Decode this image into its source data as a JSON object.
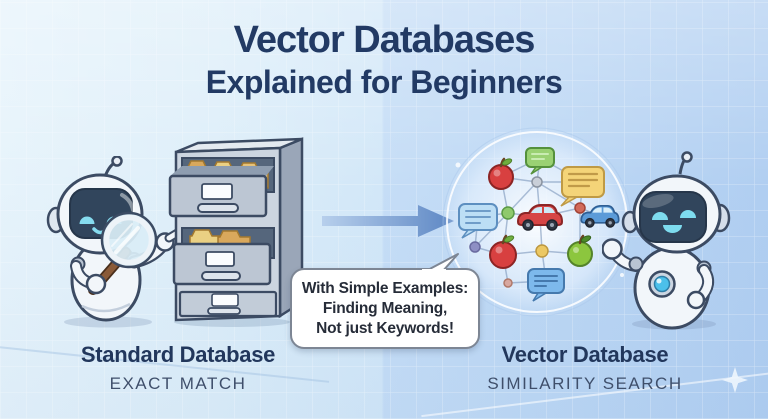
{
  "title": {
    "line1": "Vector Databases",
    "line2": "Explained for Beginners",
    "color": "#223a64"
  },
  "speech_bubble": {
    "line1": "With Simple Examples:",
    "line2": "Finding Meaning,",
    "line3": "Not just Keywords!"
  },
  "standard_database": {
    "title": "Standard Database",
    "subtitle": "EXACT MATCH"
  },
  "vector_database": {
    "title": "Vector Database",
    "subtitle": "SIMILARITY SEARCH"
  },
  "icons": [
    "robot-with-magnifier-icon",
    "filing-cabinet-icon",
    "folder-icon",
    "arrow-right-icon",
    "similarity-network-icon",
    "apple-icon",
    "green-apple-icon",
    "car-icon",
    "chat-bubble-icon",
    "happy-robot-icon",
    "sparkle-icon"
  ],
  "colors": {
    "background_left": "#e6f3fb",
    "background_right": "#b0cef1",
    "arrow": "#5d87c4",
    "title_text": "#223a64",
    "label_title": "#22375c",
    "label_subtitle": "#3f4f6b",
    "bubble_text": "#262c38"
  }
}
